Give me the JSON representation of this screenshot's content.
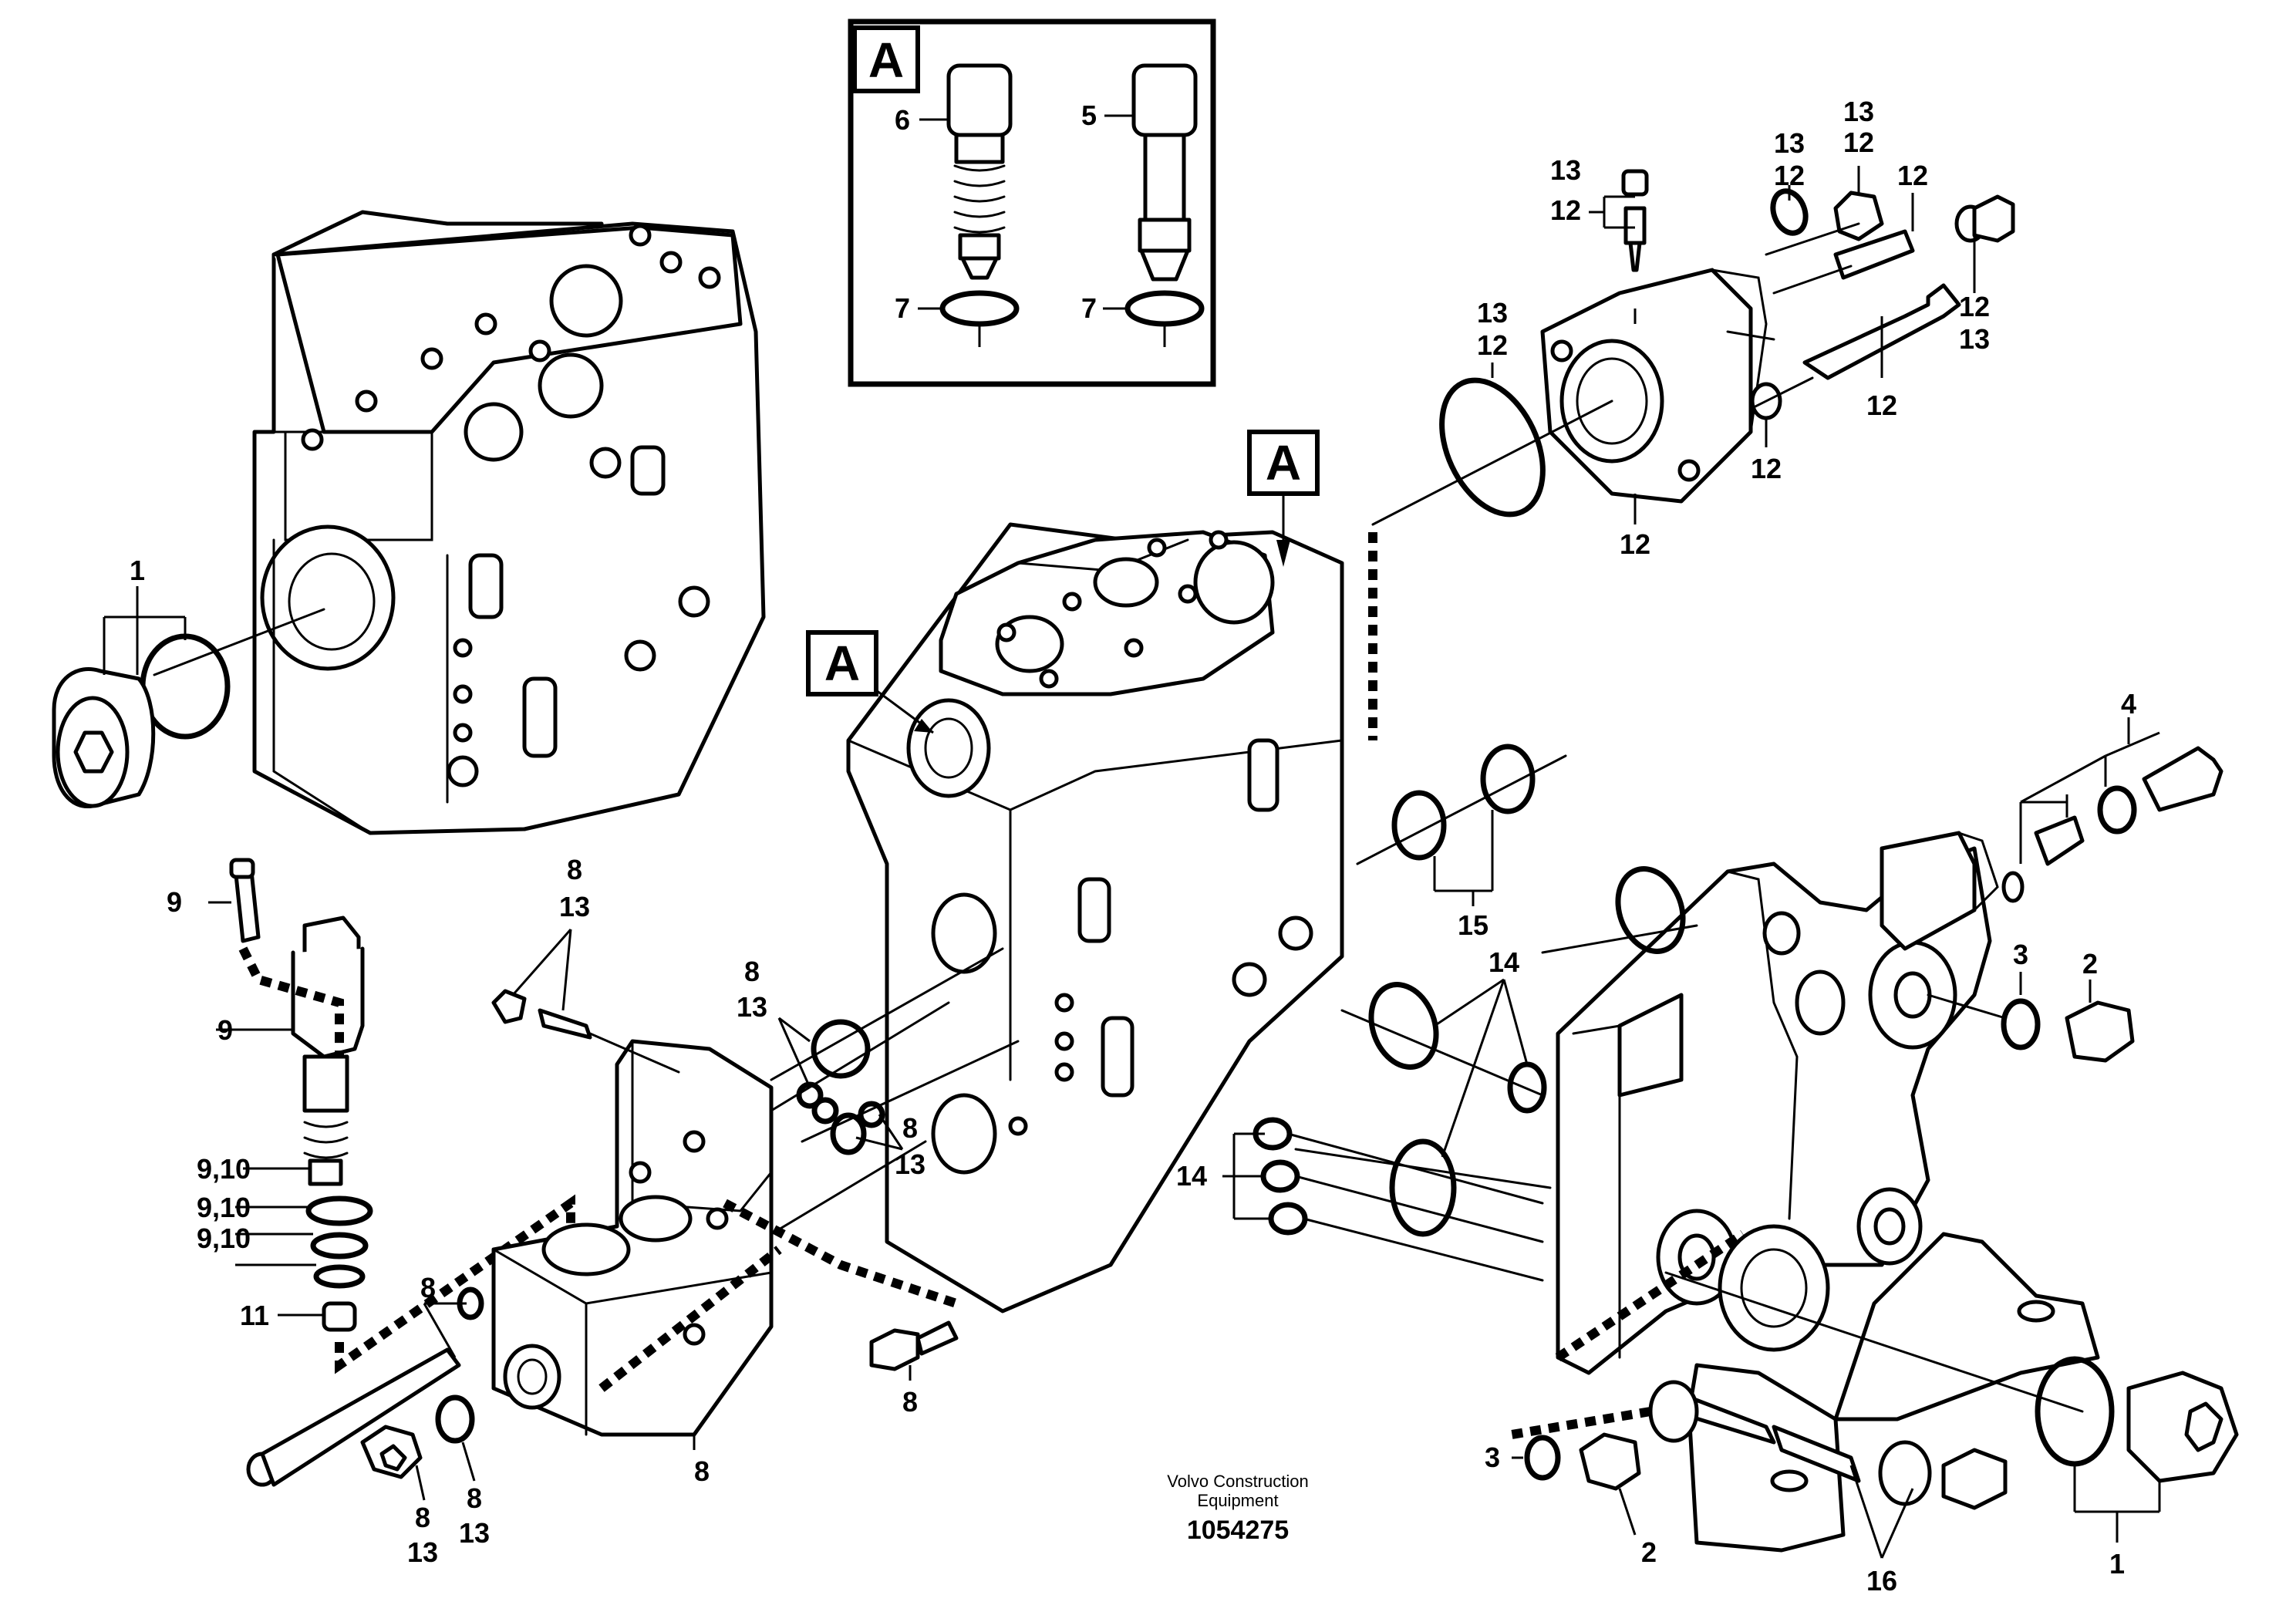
{
  "detail_box": {
    "letter": "A",
    "callouts": {
      "left_plug": "6",
      "right_plug": "5",
      "left_ring": "7",
      "right_ring": "7"
    }
  },
  "markers": {
    "valve_top": "A",
    "valve_port": "A"
  },
  "labels": {
    "plug_left": "1",
    "plug_right": "1",
    "plug_small_right": "2",
    "plug_small_bottom": "2",
    "ring_right": "3",
    "ring_bottom": "3",
    "valve_kit": "4",
    "bolt_solenoid": "9",
    "solenoid": "9",
    "seal_a": "9,10",
    "seal_b": "9,10",
    "seal_c": "9,10",
    "nut_solenoid": "11",
    "cover_fitting_a": "13",
    "cover_fitting_b": "12",
    "cover_plug_a": "13",
    "cover_plug_b": "12",
    "cover_plug_c": "13",
    "cover_plug_d": "12",
    "cover_stud": "12",
    "cover_bolt_a": "12",
    "cover_bolt_b": "13",
    "cover_ring_a": "13",
    "cover_ring_b": "12",
    "cover_long_bolt": "12",
    "cover_washer": "12",
    "cover_body": "12",
    "block_fitting_a": "8",
    "block_fitting_b": "13",
    "block_ring_a": "8",
    "block_ring_b": "13",
    "block_ring_c": "8",
    "block_ring_d": "13",
    "block_body": "8",
    "block_bolt": "8",
    "block_long_bolt": "8",
    "block_plug_a": "8",
    "block_plug_b": "13",
    "block_washer_a": "8",
    "block_washer_b": "13",
    "rings_15": "15",
    "rings_14a": "14",
    "rings_14b": "14",
    "bracket_bolts": "16"
  },
  "footer": {
    "company_line1": "Volvo Construction",
    "company_line2": "Equipment",
    "drawing_number": "1054275"
  }
}
